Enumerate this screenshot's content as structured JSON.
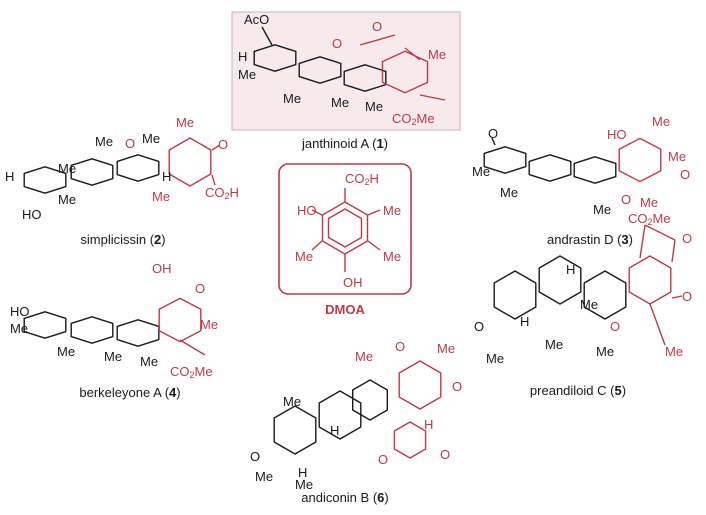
{
  "colors": {
    "accent": "#c0394b",
    "box_fill": "#f6eaed",
    "box_border": "#dbb9c1",
    "ink": "#1a1a1a"
  },
  "compounds": {
    "janthinoid": {
      "name": "janthinoid A",
      "number": "1",
      "atoms": {
        "aco": "AcO",
        "h": "H",
        "me1": "Me",
        "me2": "Me",
        "me3": "Me",
        "me4": "Me",
        "o1": "O",
        "o2": "O",
        "me_red": "Me",
        "co2me": "CO",
        "co2me_sub": "2",
        "co2me_end": "Me"
      }
    },
    "simplicissin": {
      "name": "simplicissin",
      "number": "2",
      "atoms": {
        "h_left": "H",
        "ho": "HO",
        "me1": "Me",
        "me2": "Me",
        "me3": "Me",
        "me4": "Me",
        "o_ring": "O",
        "h": "H",
        "me_red1": "Me",
        "me_red2": "Me",
        "o_keto": "O",
        "co2h": "CO",
        "co2h_sub": "2",
        "co2h_end": "H"
      }
    },
    "andrastin": {
      "name": "andrastin D",
      "number": "3",
      "atoms": {
        "o_keto": "O",
        "me1": "Me",
        "me2": "Me",
        "me3": "Me",
        "ho": "HO",
        "me_red1": "Me",
        "me_red2": "Me",
        "o_red": "O",
        "me_red3": "Me",
        "co2me": "CO",
        "co2me_sub": "2",
        "co2me_end": "Me"
      }
    },
    "dmoa": {
      "name": "DMOA",
      "atoms": {
        "co2h": "CO",
        "co2h_sub": "2",
        "co2h_end": "H",
        "ho": "HO",
        "me1": "Me",
        "me2": "Me",
        "me3": "Me",
        "oh": "OH"
      }
    },
    "berkeleyone": {
      "name": "berkeleyone A",
      "number": "4",
      "atoms": {
        "ho": "HO",
        "me1": "Me",
        "me2": "Me",
        "me3": "Me",
        "me4": "Me",
        "oh": "OH",
        "o_keto": "O",
        "me_red": "Me",
        "co2me": "CO",
        "co2me_sub": "2",
        "co2me_end": "Me"
      }
    },
    "preandiloid": {
      "name": "preandiloid C",
      "number": "5",
      "atoms": {
        "o_lac1": "O",
        "o_lac2": "O",
        "o_keto": "O",
        "h": "H",
        "h2": "H",
        "o_left": "O",
        "me1": "Me",
        "me2": "Me",
        "me3": "Me",
        "me4": "Me",
        "o_ring": "O",
        "me_red": "Me"
      }
    },
    "andiconin": {
      "name": "andiconin B",
      "number": "6",
      "atoms": {
        "o_red1": "O",
        "me_red1": "Me",
        "me_red2": "Me",
        "o_red2": "O",
        "h_red": "H",
        "o_red3": "O",
        "o_red4": "O",
        "me1": "Me",
        "h": "H",
        "o_left": "O",
        "h2": "H",
        "me2": "Me",
        "me3": "Me"
      }
    }
  }
}
